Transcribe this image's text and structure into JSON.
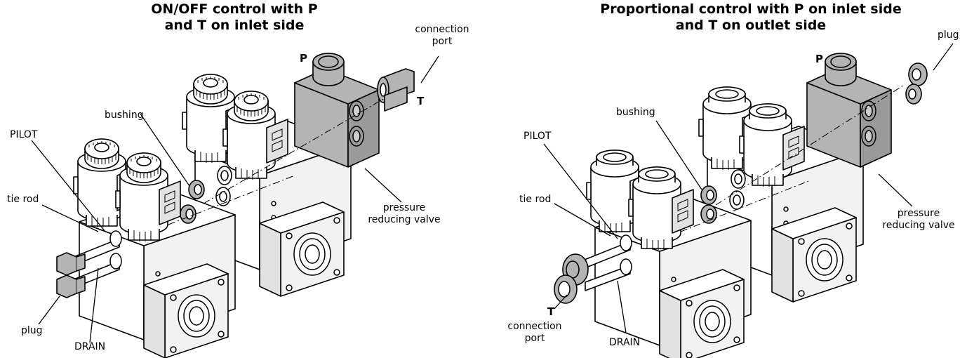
{
  "left": {
    "title_line1": "ON/OFF control with P",
    "title_line2": "and T on inlet side",
    "labels": {
      "connection_port": "connection port",
      "p": "P",
      "t": "T",
      "bushing": "bushing",
      "pilot": "PILOT",
      "tie_rod": "tie rod",
      "plug": "plug",
      "drain": "DRAIN",
      "pressure_reducing_valve": "pressure reducing valve"
    }
  },
  "right": {
    "title_line1": "Proportional control with P on inlet side",
    "title_line2": "and T on outlet side",
    "labels": {
      "plug": "plug",
      "p": "P",
      "bushing": "bushing",
      "pilot": "PILOT",
      "tie_rod": "tie rod",
      "t": "T",
      "connection_port": "connection port",
      "drain": "DRAIN",
      "pressure_reducing_valve": "pressure reducing valve"
    }
  },
  "colors": {
    "line": "#000000",
    "valve_body": "#b4b4b4",
    "background": "#ffffff"
  }
}
